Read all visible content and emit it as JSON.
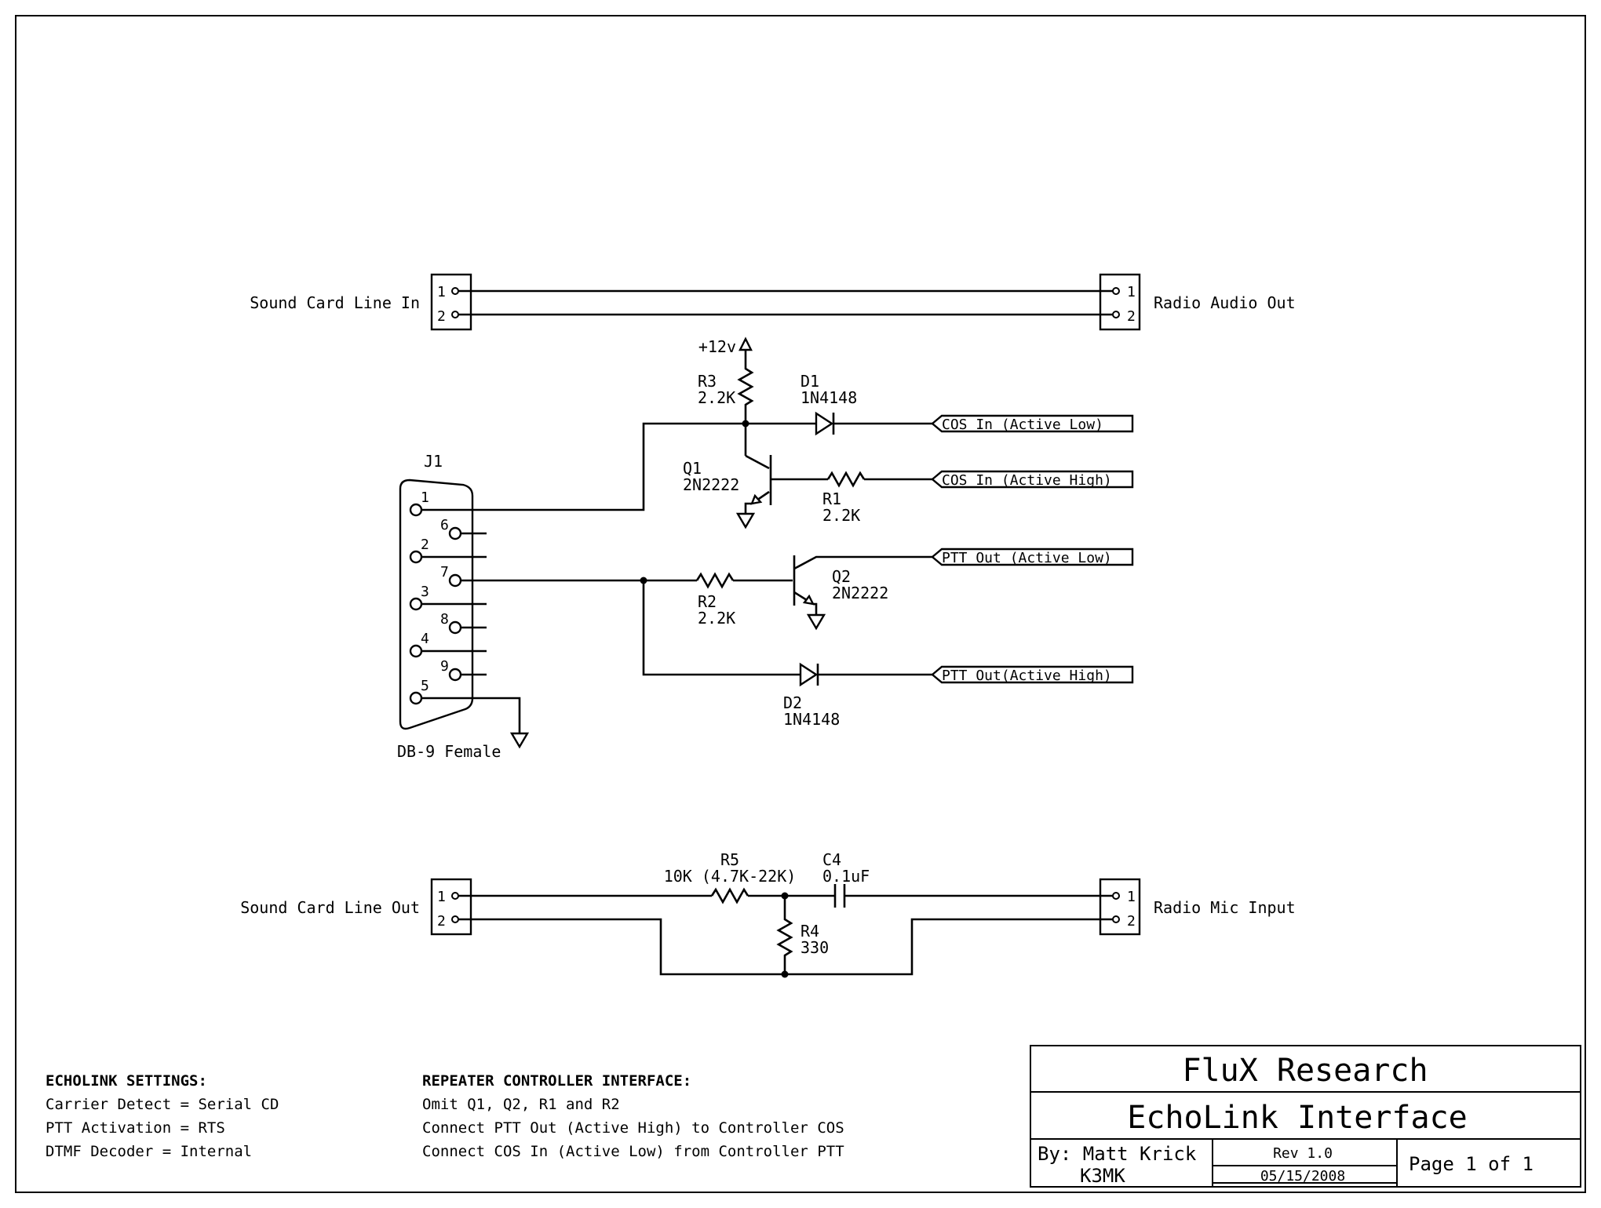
{
  "connectors": {
    "line_in": {
      "label": "Sound Card Line In",
      "pin1": "1",
      "pin2": "2"
    },
    "audio_out": {
      "label": "Radio Audio Out",
      "pin1": "1",
      "pin2": "2"
    },
    "line_out": {
      "label": "Sound Card Line Out",
      "pin1": "1",
      "pin2": "2"
    },
    "mic_in": {
      "label": "Radio Mic Input",
      "pin1": "1",
      "pin2": "2"
    }
  },
  "db9": {
    "ref": "J1",
    "label": "DB-9 Female",
    "pins": [
      "1",
      "2",
      "3",
      "4",
      "5",
      "6",
      "7",
      "8",
      "9"
    ]
  },
  "supply": "+12v",
  "components": {
    "r3": {
      "ref": "R3",
      "value": "2.2K"
    },
    "d1": {
      "ref": "D1",
      "value": "1N4148"
    },
    "q1": {
      "ref": "Q1",
      "value": "2N2222"
    },
    "r1": {
      "ref": "R1",
      "value": "2.2K"
    },
    "r2": {
      "ref": "R2",
      "value": "2.2K"
    },
    "q2": {
      "ref": "Q2",
      "value": "2N2222"
    },
    "d2": {
      "ref": "D2",
      "value": "1N4148"
    },
    "r5": {
      "ref": "R5",
      "value": "10K (4.7K-22K)"
    },
    "c4": {
      "ref": "C4",
      "value": "0.1uF"
    },
    "r4": {
      "ref": "R4",
      "value": "330"
    }
  },
  "net_ports": {
    "cos_low": "COS In (Active Low)",
    "cos_high": "COS In (Active High)",
    "ptt_low": "PTT Out (Active Low)",
    "ptt_high": "PTT Out(Active High)"
  },
  "notes": {
    "echolink": {
      "heading": "ECHOLINK SETTINGS:",
      "lines": [
        "Carrier Detect = Serial CD",
        "PTT Activation = RTS",
        "DTMF Decoder = Internal"
      ]
    },
    "repeater": {
      "heading": "REPEATER CONTROLLER INTERFACE:",
      "lines": [
        "Omit Q1, Q2, R1 and R2",
        "Connect PTT Out (Active High) to Controller COS",
        "Connect COS In (Active Low) from Controller PTT"
      ]
    }
  },
  "title_block": {
    "company": "FluX Research",
    "title": "EchoLink Interface",
    "author_label": "By: Matt Krick",
    "callsign": "K3MK",
    "rev": "Rev 1.0",
    "date": "05/15/2008",
    "page": "Page 1 of 1"
  }
}
